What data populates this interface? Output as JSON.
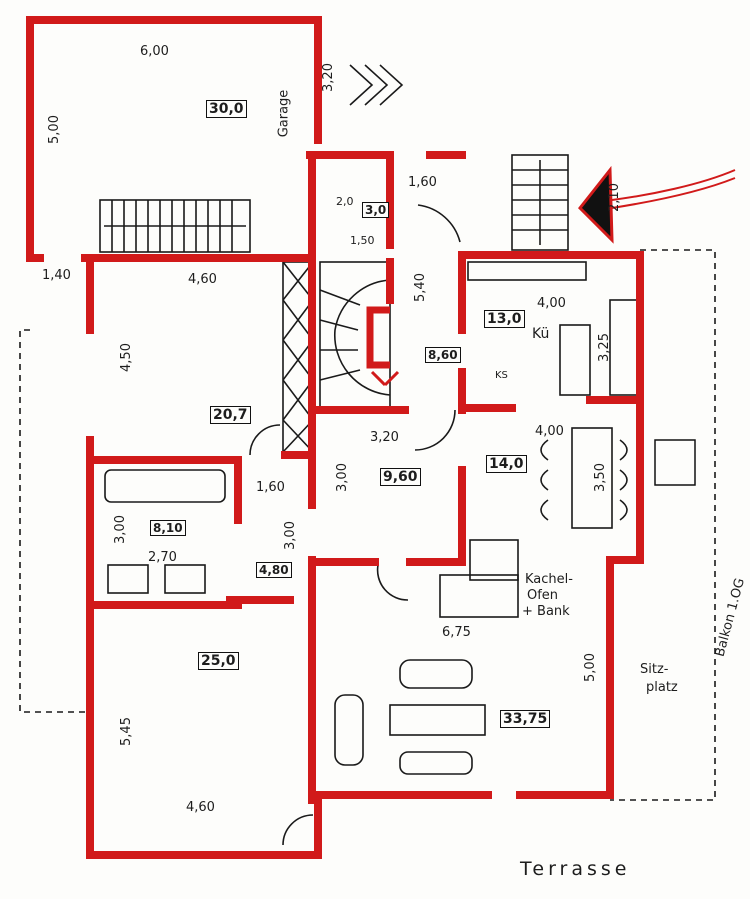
{
  "rooms": {
    "garage": {
      "name": "Garage",
      "area": "30,0",
      "width": "6,00",
      "depth": "5,00",
      "door": "3,20"
    },
    "wc": {
      "area": "3,0",
      "w": "2,0",
      "d": "1,50"
    },
    "hall_north": {
      "w": "1,60",
      "l": "5,40",
      "area": "8,60"
    },
    "entrance": {
      "dim": "2,10"
    },
    "kitchen": {
      "name": "Kü",
      "area": "13,0",
      "w": "4,00",
      "d": "3,25",
      "label": "KS"
    },
    "dining": {
      "area": "14,0",
      "w": "4,00",
      "table": "3,50"
    },
    "room_nw": {
      "area": "20,7",
      "w": "4,60",
      "d": "4,50"
    },
    "bath": {
      "area": "8,10",
      "w": "2,70",
      "d": "3,00"
    },
    "corridor": {
      "w": "1,60",
      "d": "3,00",
      "area": "4,80"
    },
    "hall_center": {
      "w": "3,20",
      "d": "3,00",
      "area": "9,60"
    },
    "room_sw": {
      "area": "25,0",
      "w": "4,60",
      "d": "5,45"
    },
    "living": {
      "area": "33,75",
      "w": "6,75",
      "d": "5,00"
    },
    "misc": {
      "garage_wall": "1,40"
    }
  },
  "labels": {
    "stove": "Kachel-",
    "stove2": "Ofen",
    "stove3": "+ Bank",
    "sitz": "Sitz-",
    "sitz2": "platz",
    "balkon": "Balkon 1.OG",
    "terrasse": "Terrasse"
  },
  "colors": {
    "wall": "#d11a1a",
    "ink": "#1a1a1a"
  }
}
